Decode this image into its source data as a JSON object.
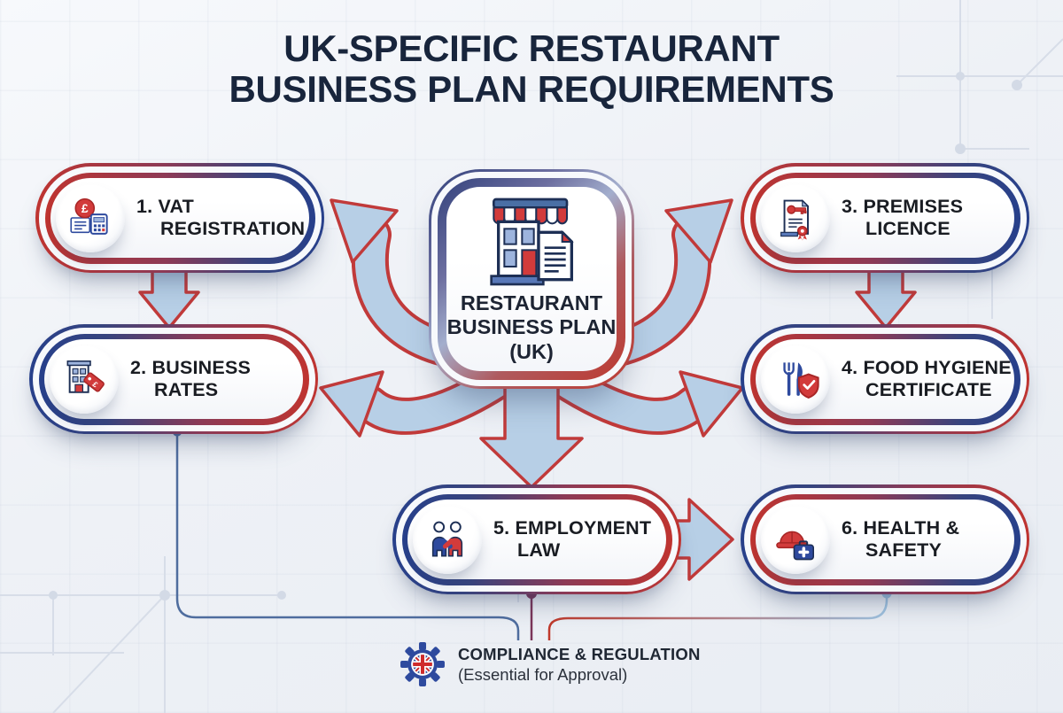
{
  "title": {
    "line1": "UK-SPECIFIC RESTAURANT",
    "line2": "BUSINESS PLAN REQUIREMENTS"
  },
  "center": {
    "label_line1": "RESTAURANT",
    "label_line2": "BUSINESS PLAN",
    "label_line3": "(UK)",
    "icon": "storefront-document-icon"
  },
  "nodes": [
    {
      "number_line": "1. VAT",
      "second_line": "REGISTRATION",
      "icon": "pound-sign-calculator-icon"
    },
    {
      "number_line": "2. BUSINESS",
      "second_line": "RATES",
      "icon": "building-price-tag-icon"
    },
    {
      "number_line": "3. PREMISES",
      "second_line": "LICENCE",
      "icon": "licence-certificate-key-icon"
    },
    {
      "number_line": "4. FOOD HYGIENE",
      "second_line": "CERTIFICATE",
      "icon": "cutlery-shield-check-icon"
    },
    {
      "number_line": "5. EMPLOYMENT",
      "second_line": "LAW",
      "icon": "handshake-icon"
    },
    {
      "number_line": "6. HEALTH &",
      "second_line": "SAFETY",
      "icon": "hard-hat-first-aid-icon"
    }
  ],
  "footer": {
    "title": "COMPLIANCE & REGULATION",
    "subtitle": "(Essential for Approval)",
    "icon": "uk-flag-gear-icon"
  },
  "icon_glyphs": {
    "pound_symbol": "£",
    "tag_pound_symbol": "£"
  },
  "colors": {
    "accent_red": "#c2342c",
    "accent_blue": "#27408b",
    "arrow_fill": "#b7cfe6",
    "arrow_outline": "#c13a3a",
    "background": "#eef1f5",
    "title_text": "#18253c",
    "node_text": "#191c22"
  }
}
